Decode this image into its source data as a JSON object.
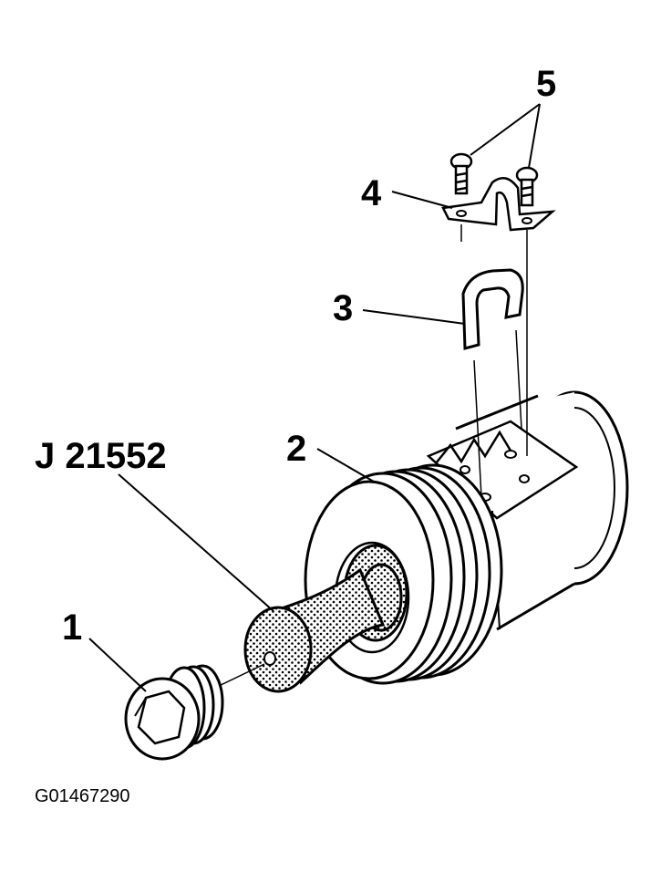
{
  "callouts": {
    "c1": "1",
    "c2": "2",
    "c3": "3",
    "c4": "4",
    "c5": "5",
    "tool": "J 21552"
  },
  "figure_id": "G01467290",
  "colors": {
    "line": "#000000",
    "background": "#ffffff"
  }
}
